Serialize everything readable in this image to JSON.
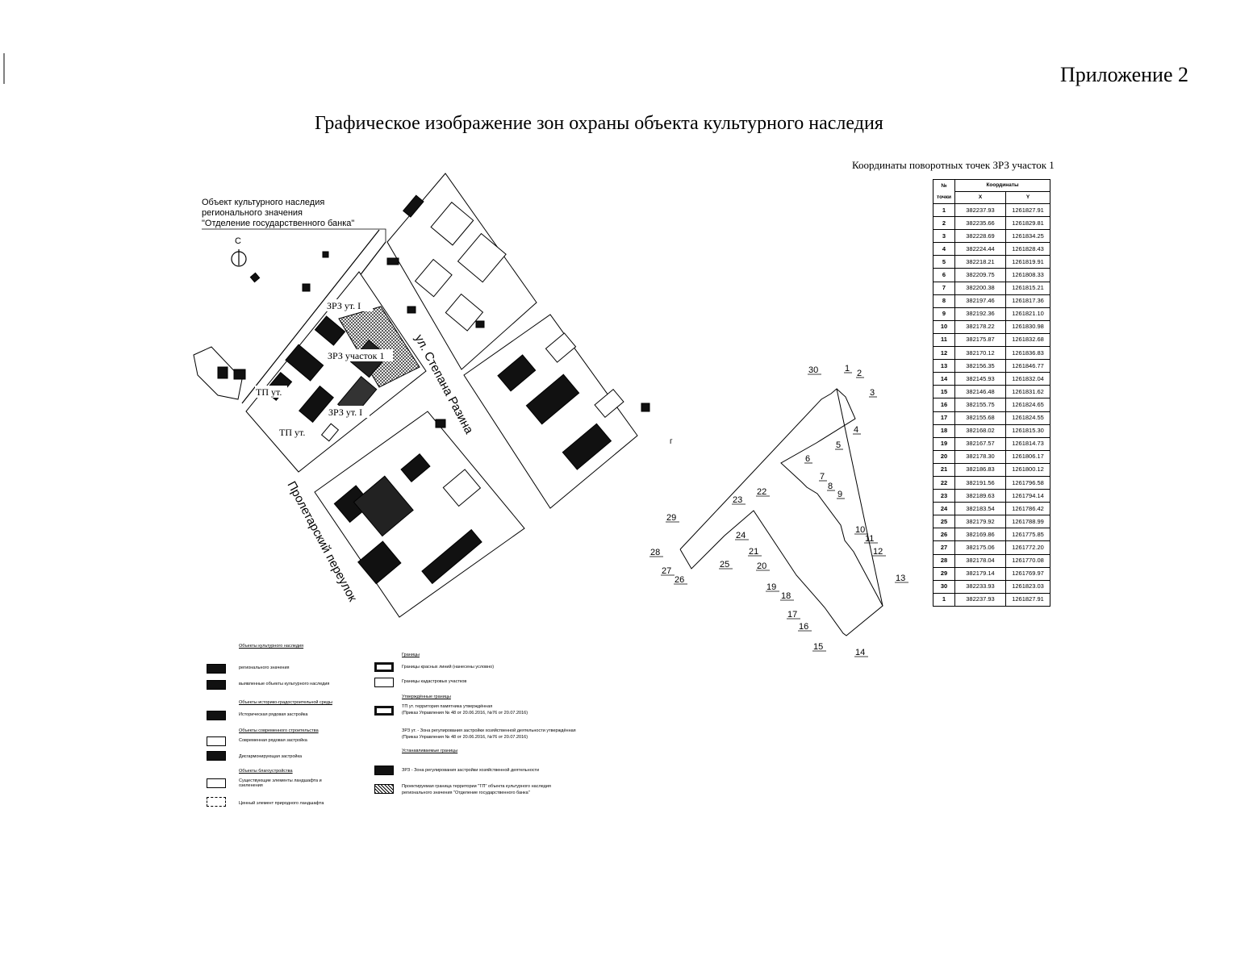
{
  "header": {
    "appendix": "Приложение 2",
    "title": "Графическое изображение зон охраны объекта культурного наследия"
  },
  "map": {
    "object_caption": [
      "Объект культурного наследия",
      "регионального значения",
      "\"Отделение государственного банка\""
    ],
    "north_label": "С",
    "street_razina": "ул. Степана Разина",
    "street_proletarsky": "Пролетарский переулок",
    "zone_labels": {
      "zrz_ut_upper": "ЗРЗ ут. I",
      "zrz_uchastok1": "ЗРЗ участок 1",
      "zrz_ut_lower": "ЗРЗ ут. I",
      "tp_ut_left": "ТП ут.",
      "tp_ut_lower": "ТП ут."
    }
  },
  "scheme": {
    "point_labels": [
      "1",
      "2",
      "3",
      "4",
      "5",
      "6",
      "7",
      "8",
      "9",
      "10",
      "11",
      "12",
      "13",
      "14",
      "15",
      "16",
      "17",
      "18",
      "19",
      "20",
      "21",
      "22",
      "23",
      "24",
      "25",
      "26",
      "27",
      "28",
      "29",
      "30"
    ]
  },
  "coordinates": {
    "caption": "Координаты поворотных точек ЗРЗ участок 1",
    "header_no": "№ точки",
    "header_coords": "Координаты",
    "header_x": "X",
    "header_y": "Y",
    "rows": [
      [
        "1",
        "382237.93",
        "1261827.91"
      ],
      [
        "2",
        "382235.66",
        "1261829.81"
      ],
      [
        "3",
        "382228.69",
        "1261834.25"
      ],
      [
        "4",
        "382224.44",
        "1261828.43"
      ],
      [
        "5",
        "382218.21",
        "1261819.91"
      ],
      [
        "6",
        "382209.75",
        "1261808.33"
      ],
      [
        "7",
        "382200.38",
        "1261815.21"
      ],
      [
        "8",
        "382197.46",
        "1261817.36"
      ],
      [
        "9",
        "382192.36",
        "1261821.10"
      ],
      [
        "10",
        "382178.22",
        "1261830.98"
      ],
      [
        "11",
        "382175.87",
        "1261832.68"
      ],
      [
        "12",
        "382170.12",
        "1261836.83"
      ],
      [
        "13",
        "382156.35",
        "1261846.77"
      ],
      [
        "14",
        "382145.93",
        "1261832.04"
      ],
      [
        "15",
        "382146.48",
        "1261831.62"
      ],
      [
        "16",
        "382155.75",
        "1261824.65"
      ],
      [
        "17",
        "382155.68",
        "1261824.55"
      ],
      [
        "18",
        "382168.02",
        "1261815.30"
      ],
      [
        "19",
        "382167.57",
        "1261814.73"
      ],
      [
        "20",
        "382178.30",
        "1261806.17"
      ],
      [
        "21",
        "382186.83",
        "1261800.12"
      ],
      [
        "22",
        "382191.56",
        "1261796.58"
      ],
      [
        "23",
        "382189.63",
        "1261794.14"
      ],
      [
        "24",
        "382183.54",
        "1261786.42"
      ],
      [
        "25",
        "382179.92",
        "1261788.99"
      ],
      [
        "26",
        "382169.86",
        "1261775.85"
      ],
      [
        "27",
        "382175.06",
        "1261772.20"
      ],
      [
        "28",
        "382178.04",
        "1261770.08"
      ],
      [
        "29",
        "382179.14",
        "1261769.97"
      ],
      [
        "30",
        "382233.93",
        "1261823.03"
      ],
      [
        "1",
        "382237.93",
        "1261827.91"
      ]
    ]
  },
  "legend": {
    "h_cultural": "Объекты культурного наследия",
    "regional": "регионального значения",
    "identified": "выявленные объекты культурного наследия",
    "h_historic": "Объекты историко-градостроительной среды",
    "historic_row": "Историческая рядовая застройка",
    "h_modern": "Объекты современного строительства",
    "modern_row": "Современная рядовая застройка",
    "dissonant": "Дисгармонирующая застройка",
    "h_landscape": "Объекты благоустройства",
    "landscape_existing": "Существующие элементы ландшафта и озеленения",
    "landscape_valuable": "Ценный элемент природного ландшафта",
    "h_borders": "Границы",
    "red_lines": "Границы красных линий (нанесены условно)",
    "cadastral": "Границы кадастровых участков",
    "h_approved": "Утверждённые границы",
    "tp_approved": "ТП ут. территория памятника утверждённая",
    "tp_approved_2": "(Приказ Управления № 48 от 20.06.2016, №76 от 20.07.2016)",
    "zrz_approved": "ЗРЗ ут. - Зона регулирования застройки хозяйственной деятельности утверждённая",
    "zrz_approved_2": "(Приказ Управления № 48 от 20.06.2016, №76 от 20.07.2016)",
    "h_established": "Устанавливаемые границы",
    "zrz_established": "ЗРЗ - Зона регулирования застройки хозяйственной деятельности",
    "projected": "Проектируемая граница территории \"ТП\" объекта культурного наследия",
    "projected_2": "регионального значения \"Отделение государственного банка\""
  }
}
